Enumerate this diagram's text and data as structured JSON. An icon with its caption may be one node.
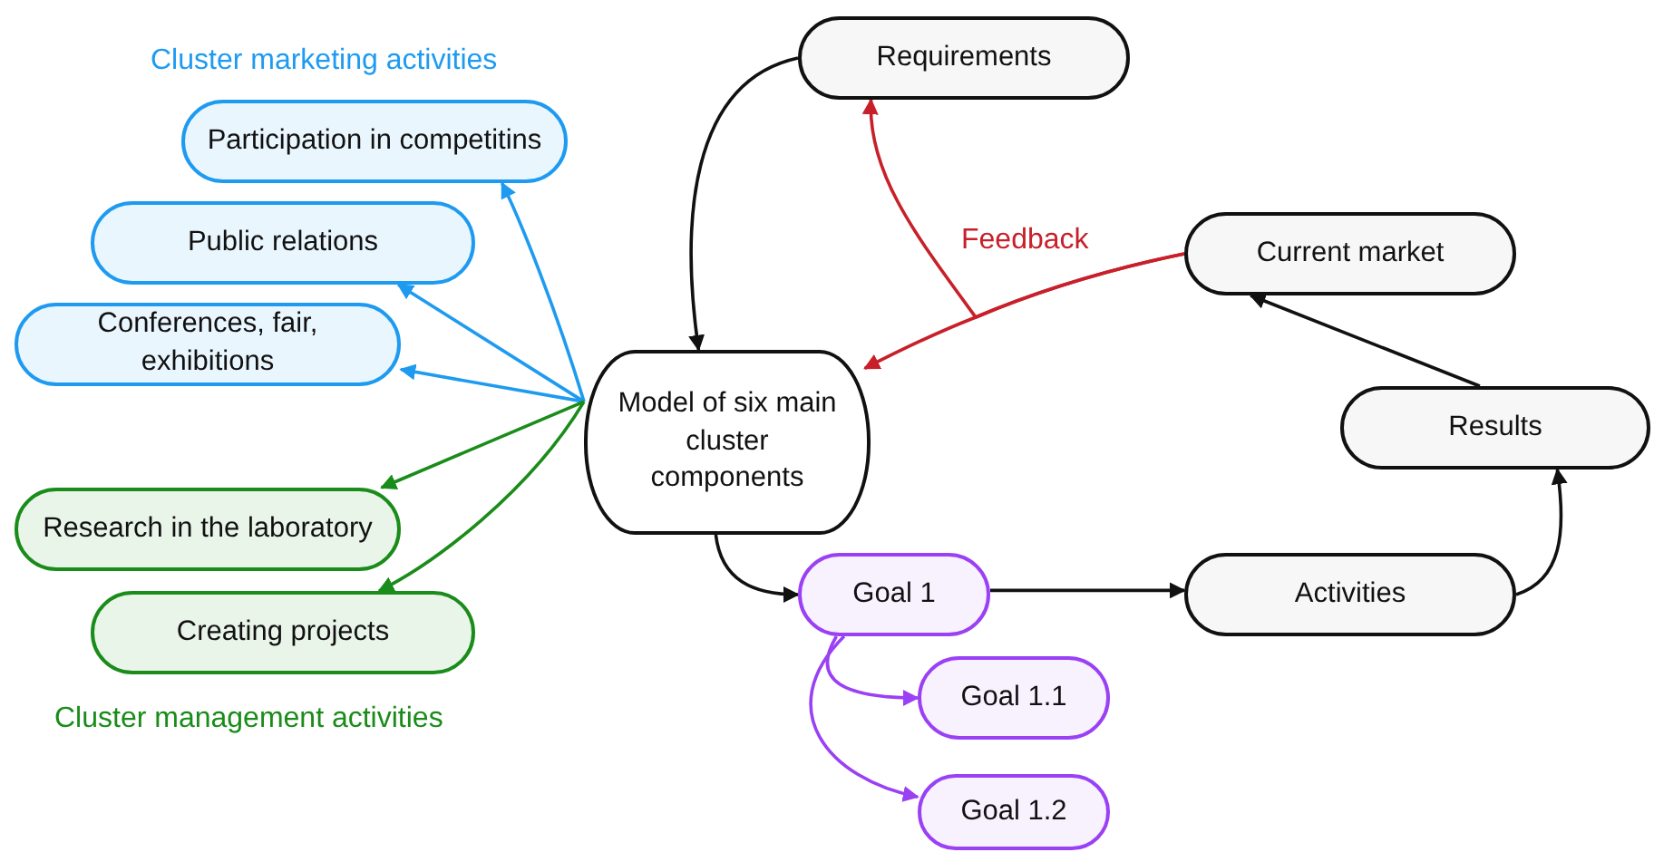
{
  "diagram": {
    "nodes": [
      {
        "text": [
          "Requirements"
        ]
      },
      {
        "text": [
          "Participation in competitins"
        ]
      },
      {
        "text": [
          "Public relations"
        ]
      },
      {
        "text": [
          "Current market"
        ]
      },
      {
        "text": [
          "Conferences, fair, exhibitions"
        ]
      },
      {
        "text": [
          "Model of six main cluster components"
        ]
      },
      {
        "text": [
          "Results"
        ]
      },
      {
        "text": [
          "Research in the laboratory"
        ]
      },
      {
        "text": [
          "Goal 1"
        ]
      },
      {
        "text": [
          "Activities"
        ]
      },
      {
        "text": [
          "Creating projects"
        ]
      },
      {
        "text": [
          "Goal 1.1"
        ]
      },
      {
        "text": [
          "Goal 1.2"
        ]
      }
    ],
    "edges": [
      {
        "from": 0,
        "to": 5,
        "arrow": "to"
      },
      {
        "from": 5,
        "to": 1,
        "arrow": "to",
        "color": "#1e9bf0"
      },
      {
        "from": 5,
        "to": 2,
        "arrow": "to",
        "color": "#1e9bf0"
      },
      {
        "from": 5,
        "to": 4,
        "arrow": "to",
        "color": "#1e9bf0"
      },
      {
        "from": 5,
        "to": 7,
        "arrow": "to",
        "color": "#1a8c1a"
      },
      {
        "from": 5,
        "to": 10,
        "arrow": "to",
        "color": "#1a8c1a"
      },
      {
        "from": 5,
        "to": 8,
        "arrow": "to"
      },
      {
        "from": 8,
        "to": 9,
        "arrow": "to"
      },
      {
        "from": 9,
        "to": 6,
        "arrow": "to"
      },
      {
        "from": 6,
        "to": 3,
        "arrow": "to"
      },
      {
        "from": 3,
        "to": 5,
        "arrow": "to",
        "color": "#c8202a",
        "label": "Feedback"
      },
      {
        "from": 3,
        "to": 0,
        "arrow": "to",
        "color": "#c8202a"
      },
      {
        "from": 8,
        "to": 11,
        "arrow": "to",
        "color": "#9a40f5"
      },
      {
        "from": 8,
        "to": 12,
        "arrow": "to",
        "color": "#9a40f5"
      }
    ],
    "labels": [
      "Cluster marketing activities",
      "Cluster management activities"
    ]
  }
}
